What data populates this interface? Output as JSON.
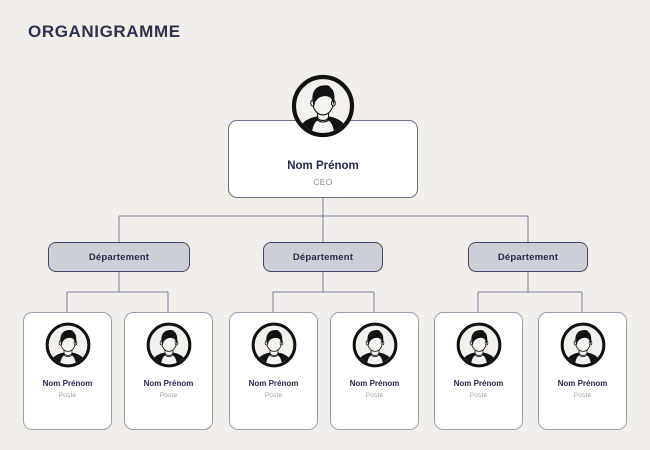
{
  "page": {
    "title": "ORGANIGRAMME",
    "background_color": "#f2efea",
    "ink_color": "#2e3050"
  },
  "chart_data": {
    "type": "diagram",
    "diagram_kind": "organization-chart",
    "title": "ORGANIGRAMME",
    "levels": 3,
    "root": {
      "name": "Nom Prénom",
      "role": "CEO",
      "avatar": "person-avatar-icon"
    },
    "departments": [
      {
        "label": "Département",
        "members": [
          {
            "name": "Nom Prénom",
            "role": "Poste",
            "avatar": "person-avatar-icon"
          },
          {
            "name": "Nom Prénom",
            "role": "Poste",
            "avatar": "person-avatar-icon"
          }
        ]
      },
      {
        "label": "Département",
        "members": [
          {
            "name": "Nom Prénom",
            "role": "Poste",
            "avatar": "person-avatar-icon"
          },
          {
            "name": "Nom Prénom",
            "role": "Poste",
            "avatar": "person-avatar-icon"
          }
        ]
      },
      {
        "label": "Département",
        "members": [
          {
            "name": "Nom Prénom",
            "role": "Poste",
            "avatar": "person-avatar-icon"
          },
          {
            "name": "Nom Prénom",
            "role": "Poste",
            "avatar": "person-avatar-icon"
          }
        ]
      }
    ],
    "colors": {
      "background": "#f2efea",
      "card_fill": "#ffffff",
      "card_border": "#9a9db0",
      "department_fill": "#cdcfd6",
      "department_border": "#41456b",
      "name_text": "#262a4d",
      "role_text": "#9a9aa6",
      "connector": "#7b7f99",
      "avatar_outline": "#111111"
    }
  },
  "nodes": {
    "ceo": {
      "name": "Nom Prénom",
      "role": "CEO"
    },
    "departments": [
      {
        "label": "Département"
      },
      {
        "label": "Département"
      },
      {
        "label": "Département"
      }
    ],
    "employees": [
      {
        "name": "Nom Prénom",
        "role": "Poste"
      },
      {
        "name": "Nom Prénom",
        "role": "Poste"
      },
      {
        "name": "Nom Prénom",
        "role": "Poste"
      },
      {
        "name": "Nom Prénom",
        "role": "Poste"
      },
      {
        "name": "Nom Prénom",
        "role": "Poste"
      },
      {
        "name": "Nom Prénom",
        "role": "Poste"
      }
    ]
  }
}
